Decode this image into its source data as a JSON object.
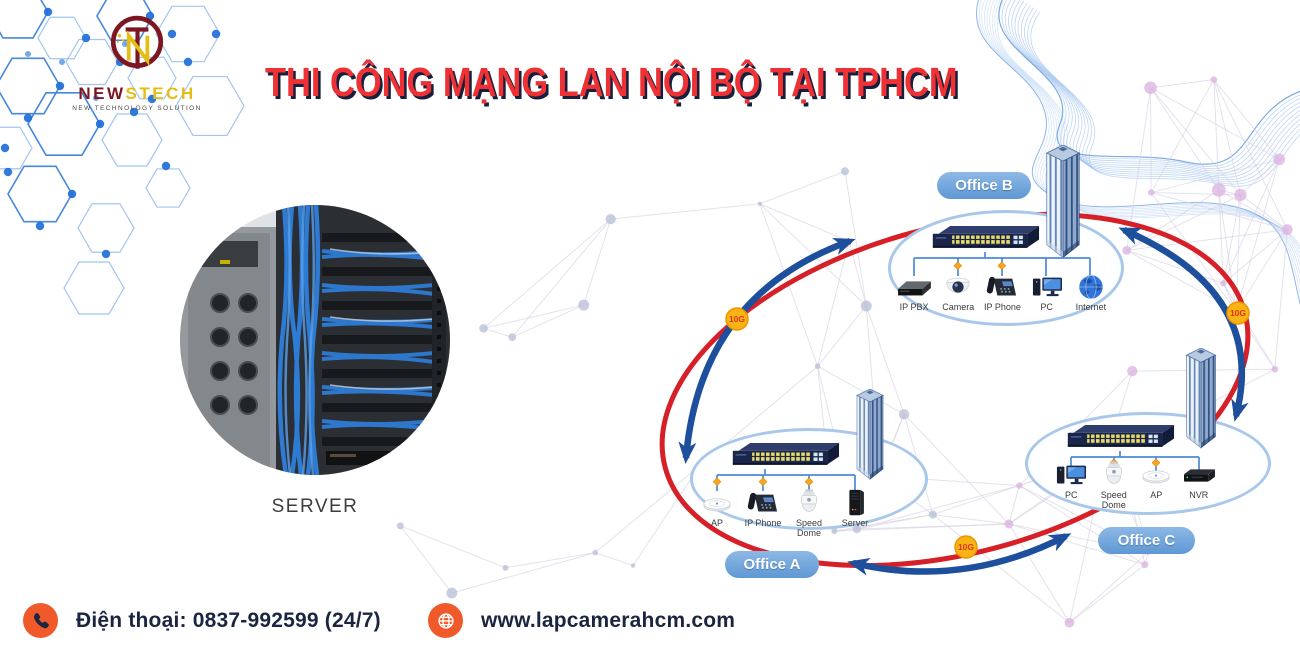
{
  "logo": {
    "monogram": "TN",
    "name_primary": "NEW",
    "name_secondary": "STECH",
    "tagline": "NEW TECHNOLOGY SOLUTION"
  },
  "header": {
    "title": "THI CÔNG MẠNG LAN NỘI BỘ TẠI TPHCM"
  },
  "server_photo": {
    "caption": "SERVER"
  },
  "diagram": {
    "link_speed_badges": [
      "10G",
      "10G",
      "10G"
    ],
    "offices": {
      "office_b": {
        "label": "Office B",
        "devices": [
          {
            "type": "ip-pbx",
            "label": "IP PBX"
          },
          {
            "type": "camera",
            "label": "Camera"
          },
          {
            "type": "ip-phone",
            "label": "IP Phone"
          },
          {
            "type": "pc",
            "label": "PC"
          },
          {
            "type": "internet",
            "label": "Internet"
          }
        ]
      },
      "office_a": {
        "label": "Office A",
        "devices": [
          {
            "type": "ap",
            "label": "AP"
          },
          {
            "type": "ip-phone",
            "label": "IP Phone"
          },
          {
            "type": "speed-dome",
            "label": "Speed Dome"
          },
          {
            "type": "server",
            "label": "Server"
          }
        ]
      },
      "office_c": {
        "label": "Office C",
        "devices": [
          {
            "type": "pc",
            "label": "PC"
          },
          {
            "type": "speed-dome",
            "label": "Speed Dome"
          },
          {
            "type": "ap",
            "label": "AP"
          },
          {
            "type": "nvr",
            "label": "NVR"
          }
        ]
      }
    }
  },
  "contact": {
    "phone": "Điện thoại: 0837-992599 (24/7)",
    "website": "www.lapcamerahcm.com"
  },
  "colors": {
    "title_red": "#ee3134",
    "navy": "#16203c",
    "accent_orange": "#f05a2b",
    "arc_blue": "#1d4f9c",
    "arc_red": "#d61f26",
    "office_badge_blue": "#6fa3d8",
    "link_badge_yellow": "#f8b314"
  }
}
